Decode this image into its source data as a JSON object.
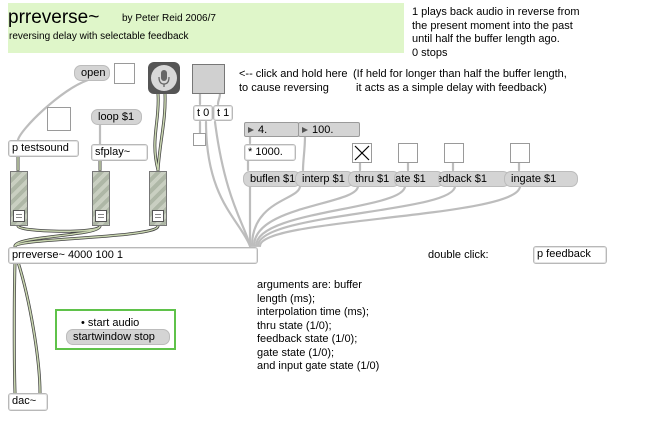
{
  "header": {
    "title": "prreverse~",
    "author": "by Peter Reid 2006/7",
    "subtitle": "reversing delay with selectable feedback"
  },
  "comments": {
    "description": "1 plays back audio in reverse from\nthe present moment into the past\nuntil half the buffer length ago.\n0 stops",
    "click_hint": "<-- click and hold here\nto cause reversing",
    "held_hint": "(If held for longer than half the buffer length,\n it acts as a simple delay with feedback)",
    "double_click": "double click:",
    "arguments": "arguments are: buffer\nlength (ms);\ninterpolation time (ms);\nthru state (1/0);\nfeedback state (1/0);\ngate state (1/0);\nand input gate state (1/0)"
  },
  "objects": {
    "open": "open",
    "loop": "loop $1",
    "testsound": "p testsound",
    "sfplay": "sfplay~",
    "t0": "t 0",
    "t1": "t 1",
    "num4": "4.",
    "num100": "100.",
    "mult": "* 1000.",
    "buflen": "buflen $1",
    "interp": "interp $1",
    "thru": "thru $1",
    "gate": "gate $1",
    "feedback": "feedback $1",
    "ingate": "ingate $1",
    "prreverse": "prreverse~ 4000 100 1",
    "pfeedback": "p feedback",
    "dac": "dac~",
    "start_audio": "• start audio",
    "startwindow": "startwindow stop"
  },
  "icons": {
    "mic": "microphone-icon",
    "x_toggle": "x-icon"
  },
  "colors": {
    "panel": "#dff6c9",
    "audio_box_border": "#5fc24a",
    "wire_audio": "#c9d6b0"
  }
}
